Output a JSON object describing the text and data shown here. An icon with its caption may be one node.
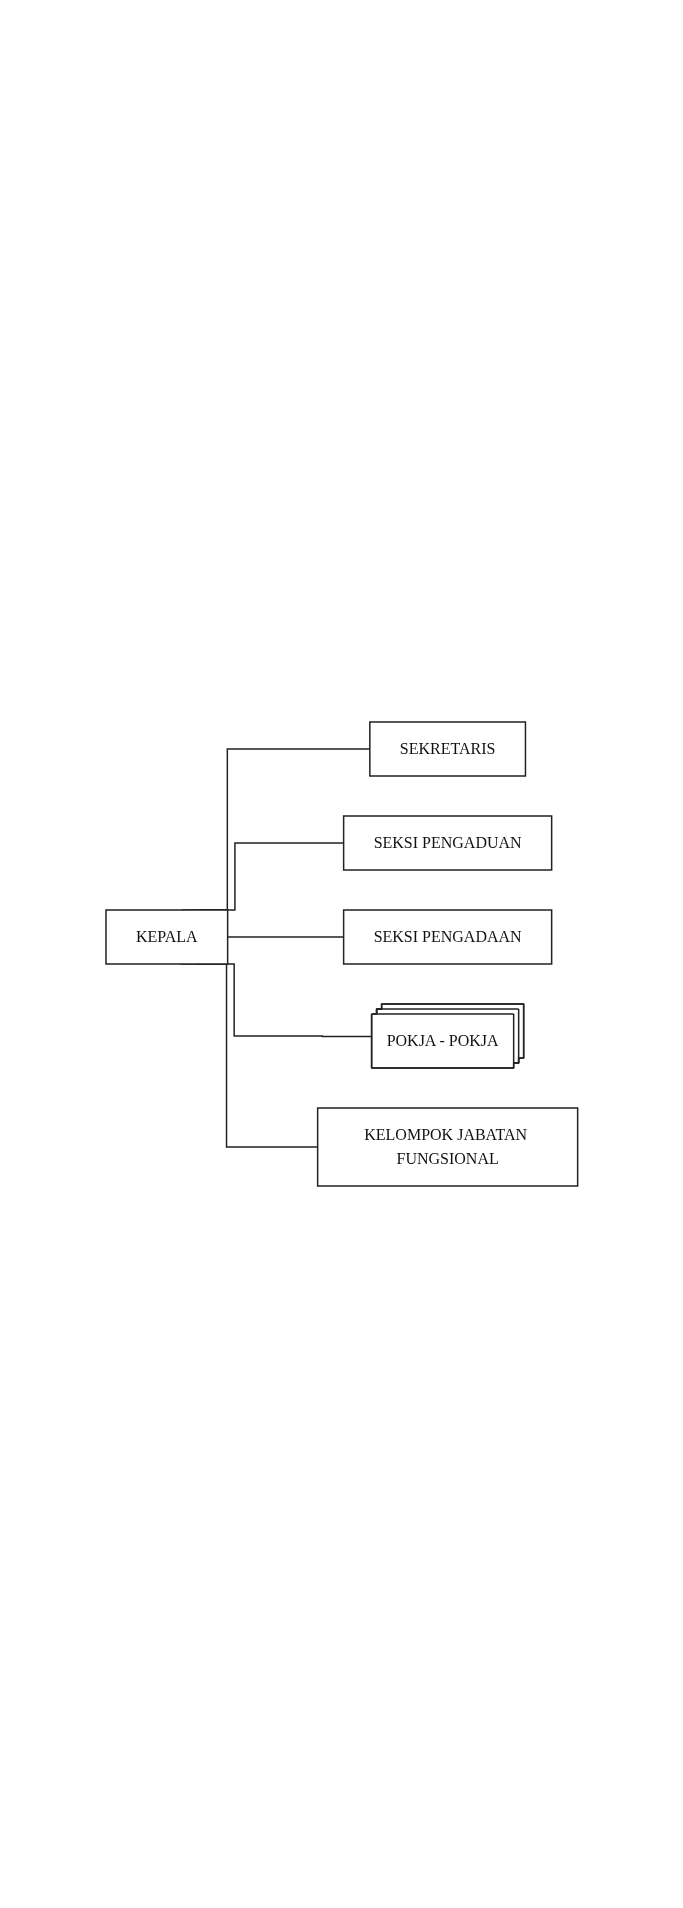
{
  "diagram": {
    "nodes": [
      {
        "text": [
          "KEPALA"
        ]
      },
      {
        "text": [
          "SEKRETARIS"
        ]
      },
      {
        "text": [
          "SEKSI PENGADUAN"
        ]
      },
      {
        "text": [
          "SEKSI PENGADAAN"
        ]
      },
      {
        "text": [
          "POKJA - POKJA"
        ]
      },
      {
        "text": [
          "KELOMPOK JABATAN FUNGSIONAL"
        ]
      }
    ],
    "edges": [
      {
        "from": 0,
        "to": 1,
        "arrow": "none"
      },
      {
        "from": 0,
        "to": 2,
        "arrow": "none"
      },
      {
        "from": 0,
        "to": 3,
        "arrow": "none"
      },
      {
        "from": 0,
        "to": 4,
        "arrow": "none"
      },
      {
        "from": 0,
        "to": 5,
        "arrow": "none"
      }
    ]
  }
}
